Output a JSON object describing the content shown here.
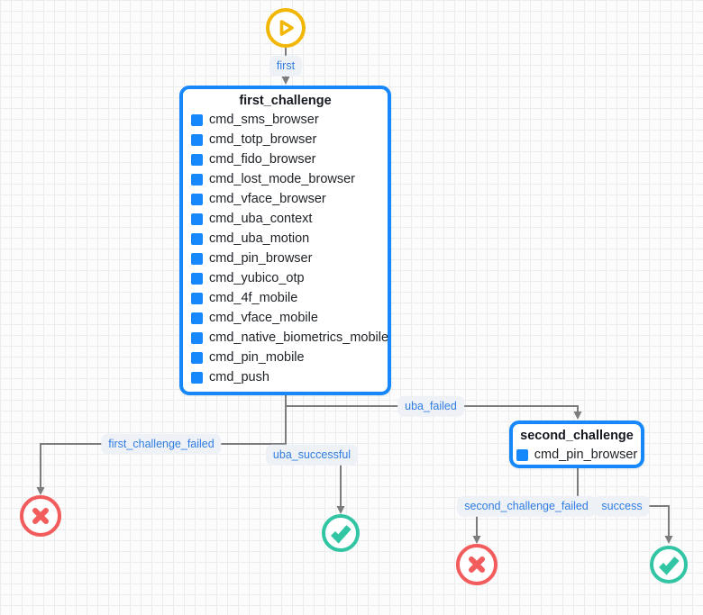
{
  "colors": {
    "accent-blue": "#1788fb",
    "edge-gray": "#7c7c7c",
    "label-blue": "#2f7de2",
    "label-bg": "#eef1f6",
    "start-yellow": "#f2b705",
    "error-red": "#f25c5c",
    "success-green": "#32c5a4",
    "grid-line": "#ececec",
    "canvas-bg": "#fcfcfd"
  },
  "nodes": {
    "first_challenge": {
      "title": "first_challenge",
      "items": [
        "cmd_sms_browser",
        "cmd_totp_browser",
        "cmd_fido_browser",
        "cmd_lost_mode_browser",
        "cmd_vface_browser",
        "cmd_uba_context",
        "cmd_uba_motion",
        "cmd_pin_browser",
        "cmd_yubico_otp",
        "cmd_4f_mobile",
        "cmd_vface_mobile",
        "cmd_native_biometrics_mobile",
        "cmd_pin_mobile",
        "cmd_push"
      ]
    },
    "second_challenge": {
      "title": "second_challenge",
      "items": [
        "cmd_pin_browser"
      ]
    }
  },
  "edge_labels": {
    "first": "first",
    "uba_failed": "uba_failed",
    "first_challenge_failed": "first_challenge_failed",
    "uba_successful": "uba_successful",
    "second_challenge_failed": "second_challenge_failed",
    "success": "success"
  }
}
